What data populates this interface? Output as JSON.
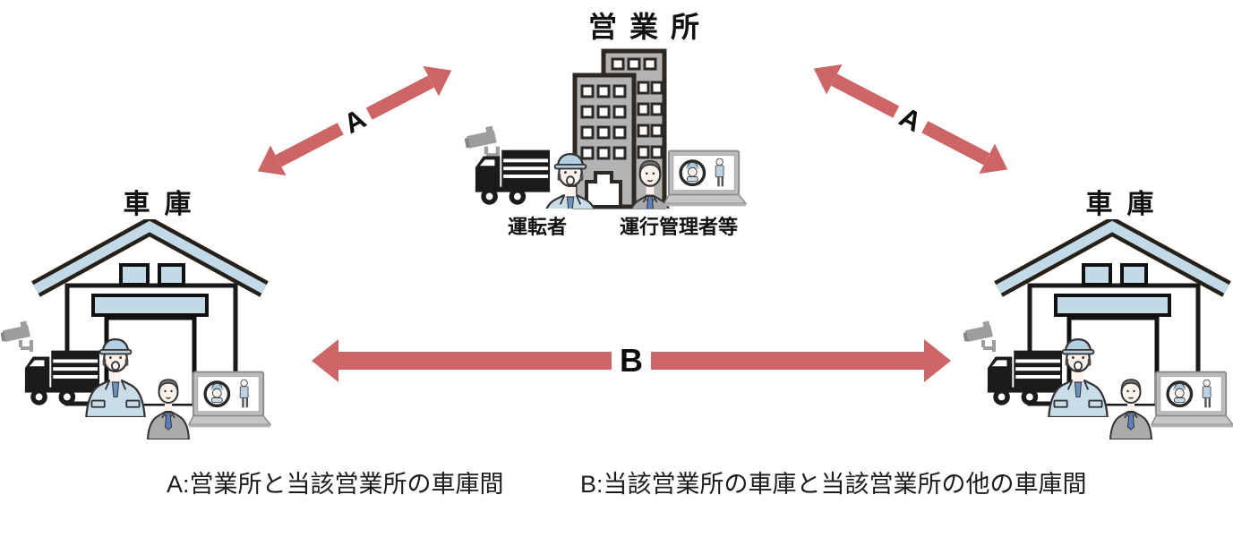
{
  "diagram": {
    "office": {
      "title": "営業所",
      "driver_label": "運転者",
      "manager_label": "運行管理者等"
    },
    "garage_left": {
      "title": "車庫"
    },
    "garage_right": {
      "title": "車庫"
    },
    "arrows": {
      "office_to_left_garage": "A",
      "office_to_right_garage": "A",
      "garage_to_garage": "B"
    },
    "legend": {
      "a": "A:営業所と当該営業所の車庫間",
      "b": "B:当該営業所の車庫と当該営業所の他の車庫間"
    },
    "colors": {
      "arrow_red": "#cd6466",
      "light_blue": "#c2d9e8",
      "building_gray": "#b3b3b3",
      "truck_black": "#1b1b1b",
      "text_black": "#1c1c1c"
    }
  }
}
